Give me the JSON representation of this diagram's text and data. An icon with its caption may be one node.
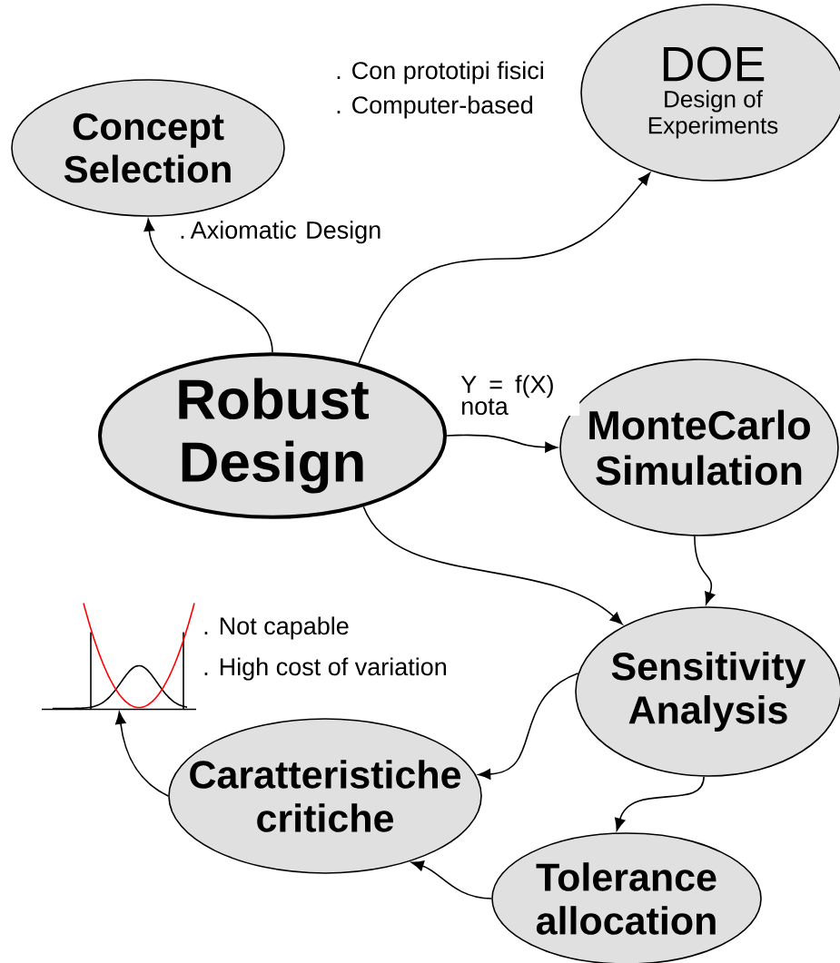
{
  "diagram": {
    "nodes": [
      {
        "text": [
          "Robust Design"
        ]
      },
      {
        "text": [
          "Concept Selection"
        ]
      },
      {
        "text": [
          "DOE",
          "Design of Experiments"
        ]
      },
      {
        "text": [
          "MonteCarlo Simulation"
        ]
      },
      {
        "text": [
          "Sensitivity Analysis"
        ]
      },
      {
        "text": [
          "Caratteristiche critiche"
        ]
      },
      {
        "text": [
          "Tolerance allocation"
        ]
      },
      {
        "text": [],
        "shape": "picture",
        "beside": [
          ". Not capable",
          ". High cost of variation"
        ]
      }
    ],
    "edges": [
      {
        "from": 0,
        "to": 1,
        "arrow": "to",
        "label": ". Axiomatic Design"
      },
      {
        "from": 0,
        "to": 2,
        "arrow": "to"
      },
      {
        "from": 0,
        "to": 3,
        "arrow": "to",
        "label": "Y = f(X) nota"
      },
      {
        "from": 0,
        "to": 4,
        "arrow": "to"
      },
      {
        "from": 3,
        "to": 4,
        "arrow": "to"
      },
      {
        "from": 4,
        "to": 5,
        "arrow": "to"
      },
      {
        "from": 4,
        "to": 6,
        "arrow": "to"
      },
      {
        "from": 6,
        "to": 5,
        "arrow": "to"
      },
      {
        "from": 5,
        "to": 7,
        "arrow": "to"
      }
    ],
    "labels": [
      ". Con prototipi fisici",
      ". Computer-based"
    ]
  }
}
